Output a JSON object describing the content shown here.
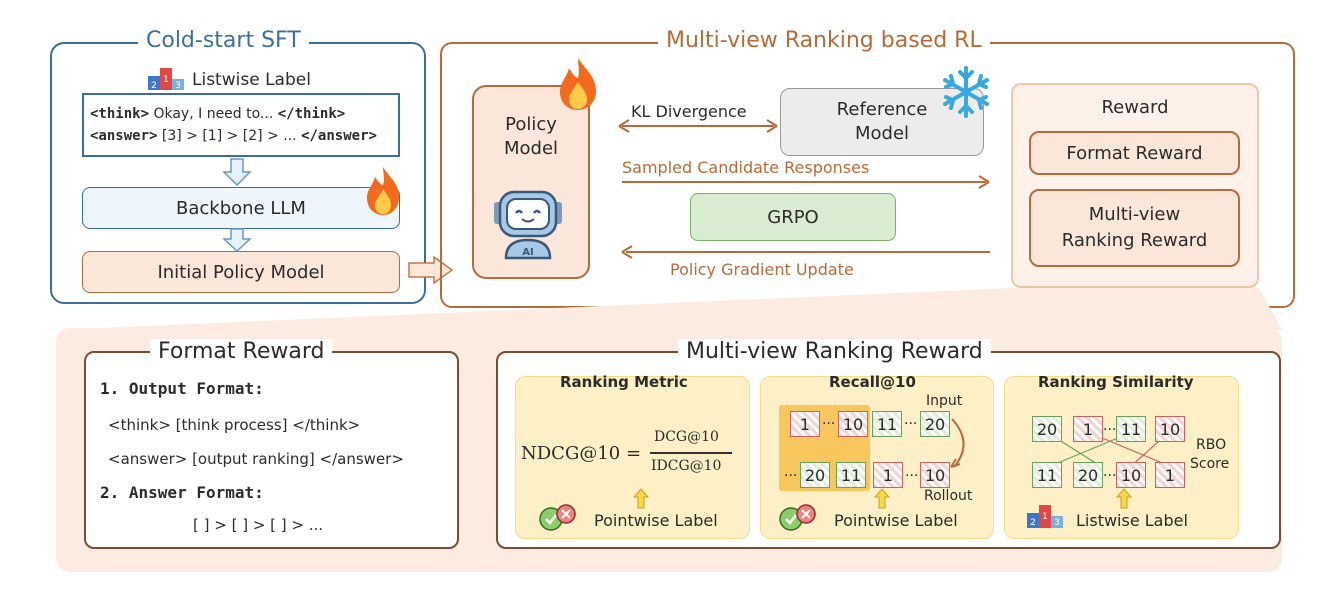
{
  "cold_start": {
    "title": "Cold-start SFT",
    "listwise_label": "Listwise Label",
    "think_tag_open": "<think>",
    "think_text": " Okay, I need to... ",
    "think_tag_close": "</think>",
    "answer_tag_open": "<answer>",
    "answer_text": " [3] > [1] > [2] > ... ",
    "answer_tag_close": "</answer>",
    "backbone": "Backbone LLM",
    "initial_policy": "Initial Policy Model"
  },
  "rl": {
    "title": "Multi-view Ranking based RL",
    "policy_line1": "Policy",
    "policy_line2": "Model",
    "ref_line1": "Reference",
    "ref_line2": "Model",
    "kl": "KL Divergence",
    "sampled": "Sampled Candidate Responses",
    "grpo": "GRPO",
    "pgu": "Policy Gradient Update",
    "reward_title": "Reward",
    "format_reward": "Format Reward",
    "mv_line1": "Multi-view",
    "mv_line2": "Ranking Reward"
  },
  "format_panel": {
    "title": "Format Reward",
    "h1": "1. Output Format:",
    "l1": "<think> [think process] </think>",
    "l2": "<answer> [output ranking] </answer>",
    "h2": "2. Answer Format:",
    "l3": "[ ] > [ ] > [ ] > ..."
  },
  "mv_panel": {
    "title": "Multi-view Ranking Reward",
    "metric": {
      "title": "Ranking Metric",
      "lhs": "NDCG@10 =",
      "num": "DCG@10",
      "den": "IDCG@10",
      "label": "Pointwise Label"
    },
    "recall": {
      "title": "Recall@10",
      "input": "Input",
      "rollout": "Rollout",
      "label": "Pointwise Label",
      "t1": "1",
      "t2": "10",
      "t3": "11",
      "t4": "20",
      "b1": "20",
      "b2": "11",
      "b3": "1",
      "b4": "10"
    },
    "similarity": {
      "title": "Ranking Similarity",
      "rbo1": "RBO",
      "rbo2": "Score",
      "label": "Listwise Label",
      "t1": "20",
      "t2": "1",
      "t3": "11",
      "t4": "10",
      "b1": "11",
      "b2": "20",
      "b3": "10",
      "b4": "1"
    }
  },
  "ellipsis": "...",
  "colors": {
    "blue": "#3c6f98",
    "brown": "#b86a3a",
    "green": "#7ab06a",
    "peach": "#fcebe1"
  }
}
